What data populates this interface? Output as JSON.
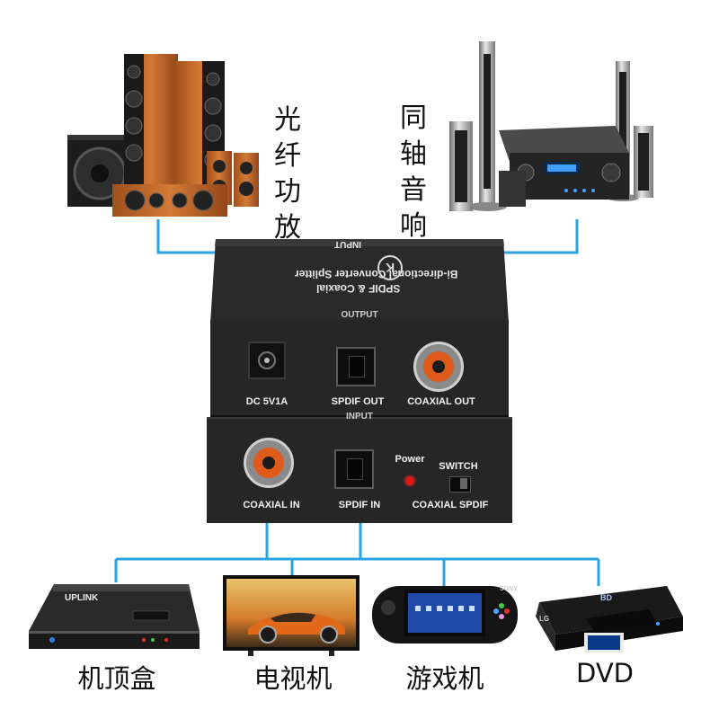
{
  "top_labels": {
    "optical_amp": [
      "光",
      "纤",
      "功",
      "放"
    ],
    "coaxial_audio": [
      "同",
      "轴",
      "音",
      "响"
    ]
  },
  "device": {
    "top_face": {
      "title_line1": "Bi-directional Converter Splitter",
      "title_line2": "SPDIF & Coaxial",
      "top_edge_label": "INPUT",
      "brand_mark": "K"
    },
    "output_panel": {
      "section_label": "OUTPUT",
      "dc_label": "DC 5V1A",
      "spdif_out_label": "SPDIF OUT",
      "coaxial_out_label": "COAXIAL OUT"
    },
    "input_panel": {
      "section_label": "INPUT",
      "coaxial_in_label": "COAXIAL IN",
      "spdif_in_label": "SPDIF IN",
      "power_label": "Power",
      "switch_label": "SWITCH",
      "switch_positions": "COAXIAL SPDIF"
    }
  },
  "sources": {
    "set_top_box_brand": "UPLINK",
    "ps_brand": "SONY",
    "dvd_brand": "LG",
    "bluray_badge": "BD"
  },
  "bottom_labels": {
    "set_top_box": "机顶盒",
    "tv": "电视机",
    "game_console": "游戏机",
    "dvd": "DVD"
  },
  "colors": {
    "connector_line": "#2aa4e0",
    "device_body": "#2b2b2b",
    "speaker_wood": "#c46a2c",
    "label_text": "#111111"
  }
}
